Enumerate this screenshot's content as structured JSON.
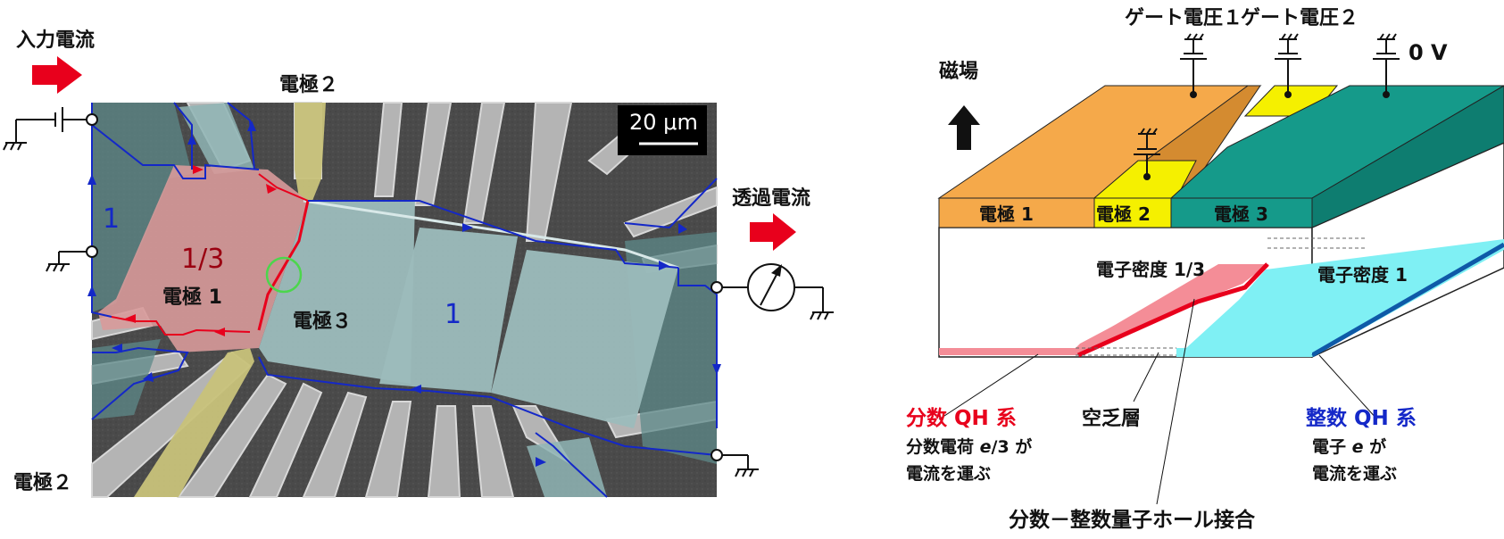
{
  "left": {
    "input_current": "入力電流",
    "electrode2_top": "電極２",
    "electrode2_bottom": "電極２",
    "transmitted_current": "透過電流",
    "scale_bar": "20 μm",
    "filling_left": "1",
    "filling_fraction": "1/3",
    "filling_right": "1",
    "electrode1": "電極 1",
    "electrode3": "電極３"
  },
  "right": {
    "gate_voltage1": "ゲート電圧１",
    "gate_voltage2": "ゲート電圧２",
    "zero_v": "0 V",
    "magnetic_field": "磁場",
    "electrode1": "電極 1",
    "electrode2": "電極 2",
    "electrode3": "電極 3",
    "density_fraction": "電子密度 1/3",
    "density_integer": "電子密度 1",
    "fractional_qh": "分数 QH 系",
    "fractional_desc1_pre": "分数電荷 ",
    "fractional_desc1_var": "e",
    "fractional_desc1_post": "/3 が",
    "fractional_desc2": "電流を運ぶ",
    "depletion": "空乏層",
    "integer_qh": "整数 QH 系",
    "integer_desc1_pre": "電子 ",
    "integer_desc1_var": "e",
    "integer_desc1_post": " が",
    "integer_desc2": "電流を運ぶ",
    "junction": "分数－整数量子ホール接合"
  },
  "colors": {
    "fraction_red": "#e8001c",
    "integer_blue": "#1428c8",
    "electrode1_orange": "#f5a94a",
    "electrode2_yellow": "#f5f000",
    "electrode3_teal": "#159a8a",
    "pink_region": "#f48d97",
    "cyan_region": "#7ff0f4"
  }
}
